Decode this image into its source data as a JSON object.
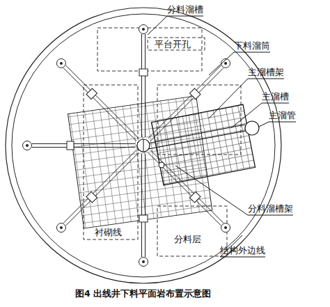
{
  "diagram": {
    "caption": "图4 出线井下料平面岩布置示意图",
    "labels": [
      "分料溜槽",
      "平台开孔",
      "下料溜筒",
      "主溜槽架",
      "主溜槽",
      "主溜管",
      "分料溜槽架",
      "衬砌线",
      "分料层",
      "结构外边线"
    ]
  }
}
